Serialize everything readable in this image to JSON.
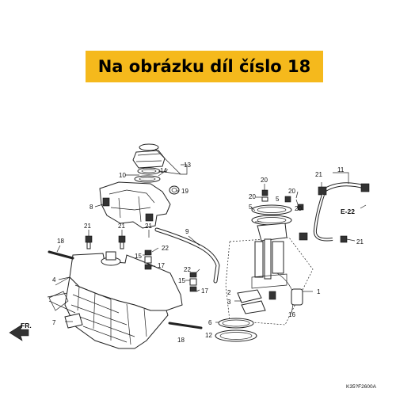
{
  "banner": {
    "text": "Na obrázku díl číslo 18",
    "color": "#f5b91c"
  },
  "diagram_code": "K35?F2600A",
  "direction_label": "FR.",
  "reference_label": "E-22",
  "callouts": {
    "c1": "1",
    "c2": "2",
    "c3": "3",
    "c4": "4",
    "c5a": "5",
    "c5b": "5",
    "c6": "6",
    "c7": "7",
    "c8": "8",
    "c9": "9",
    "c10": "10",
    "c11": "11",
    "c12": "12",
    "c13": "13",
    "c14": "14",
    "c15a": "15",
    "c15b": "15",
    "c16": "16",
    "c17a": "17",
    "c17b": "17",
    "c18a": "18",
    "c18b": "18",
    "c19": "19",
    "c20a": "20",
    "c20b": "20",
    "c20c": "20",
    "c20d": "20",
    "c21a": "21",
    "c21b": "21",
    "c21c": "21",
    "c21d": "21",
    "c21e": "21",
    "c22a": "22",
    "c22b": "22"
  }
}
